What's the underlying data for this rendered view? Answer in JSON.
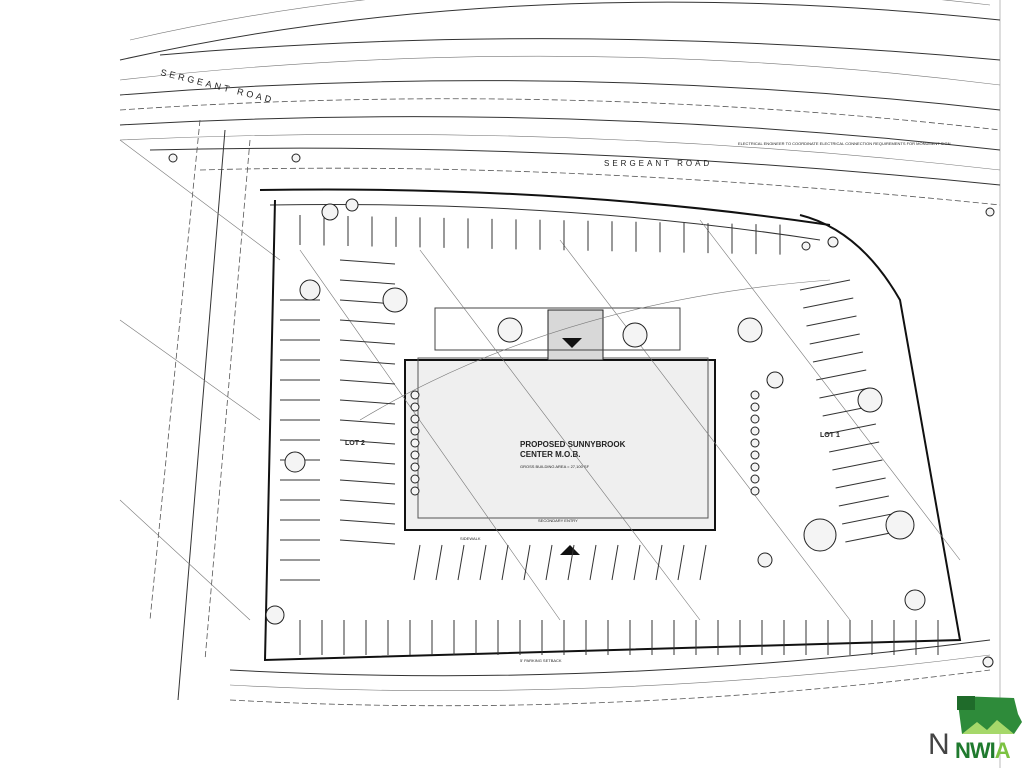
{
  "drawing": {
    "road_label_upper": "SERGEANT ROAD",
    "road_label_lower": "SERGEANT ROAD",
    "building_title_line1": "PROPOSED SUNNYBROOK",
    "building_title_line2": "CENTER M.O.B.",
    "building_area_note": "GROSS BUILDING AREA = 27,100 SF",
    "lot2_label": "LOT 2",
    "lot1_label": "LOT 1",
    "electrical_note": "ELECTRICAL ENGINEER TO COORDINATE ELECTRICAL CONNECTION REQUIREMENTS FOR MONUMENT SIGN",
    "sidewalk_label": "SIDEWALK",
    "secondary_entry_label": "SECONDARY ENTRY",
    "parking_setback_label": "5' PARKING SETBACK"
  },
  "logo": {
    "north_letter": "N",
    "brand_dark": "NWI",
    "brand_light": "A",
    "green_dark": "#1f7a2e",
    "green_light": "#7cc242"
  }
}
